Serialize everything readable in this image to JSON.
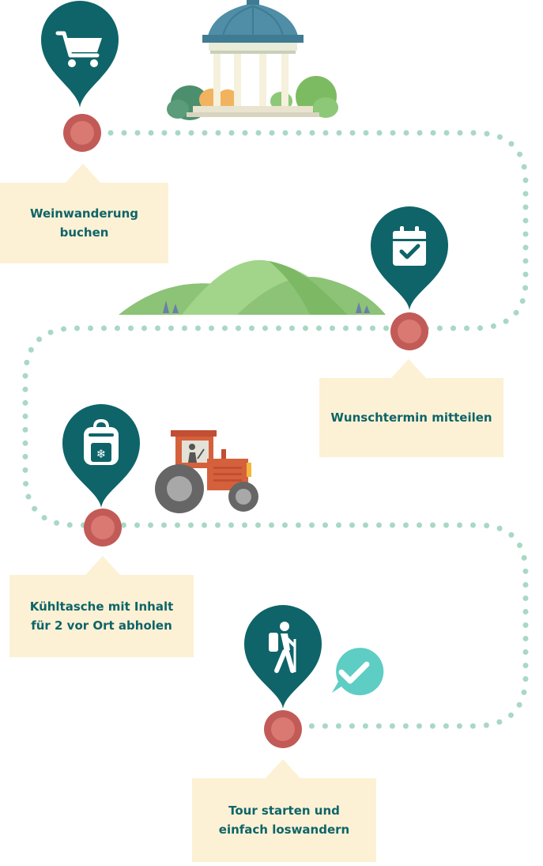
{
  "colors": {
    "pin": "#0e6469",
    "dot_outer": "#c25b57",
    "dot_inner": "#d97971",
    "path_dots": "#a9d8c4",
    "card_bg": "#fcf1d4",
    "card_text": "#0e6469",
    "check_badge": "#5ecdc4",
    "hill_light": "#a2d48a",
    "hill_dark": "#8cc376",
    "tractor_body": "#d4613c",
    "wheel": "#666666"
  },
  "steps": [
    {
      "icon": "shopping-cart-icon",
      "label_lines": [
        "Weinwanderung",
        "buchen"
      ]
    },
    {
      "icon": "calendar-check-icon",
      "label_lines": [
        "Wunschtermin mitteilen"
      ]
    },
    {
      "icon": "cooler-bag-icon",
      "label_lines": [
        "Kühltasche mit Inhalt",
        "für 2 vor Ort abholen"
      ]
    },
    {
      "icon": "hiker-icon",
      "label_lines": [
        "Tour starten und",
        "einfach loswandern"
      ]
    }
  ],
  "illustrations": [
    "pavilion-temple",
    "green-hills",
    "red-tractor",
    "check-badge-icon"
  ]
}
